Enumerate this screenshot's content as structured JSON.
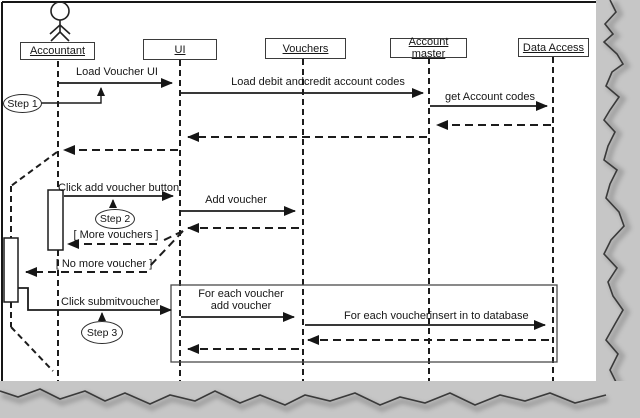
{
  "diagram": {
    "participants": [
      {
        "label": "Accountant"
      },
      {
        "label": "UI"
      },
      {
        "label": "Vouchers"
      },
      {
        "label": "Account master"
      },
      {
        "label": "Data Access"
      }
    ],
    "messages": {
      "load_voucher_ui": "Load Voucher UI",
      "load_debit_credit_account_codes": "Load debit andcredit account codes",
      "get_account_codes": "get Account codes",
      "click_add_voucher_button": "Click add voucher button",
      "add_voucher": "Add voucher",
      "more_vouchers_guard": "[ More vouchers ]",
      "no_more_voucher_guard": "[ No more voucher ]",
      "click_submit_voucher": "Click submitvoucher",
      "for_each_voucher_line1": "For each voucher",
      "for_each_voucher_line2": "add voucher",
      "for_each_voucher_insert": "For each voucherinsert in to database"
    },
    "steps": [
      {
        "label": "Step 1"
      },
      {
        "label": "Step 2"
      },
      {
        "label": "Step 3"
      }
    ],
    "colors": {
      "line": "#1a1a1a",
      "paper": "#ffffff",
      "torn_background": "#c6c6c6"
    }
  }
}
